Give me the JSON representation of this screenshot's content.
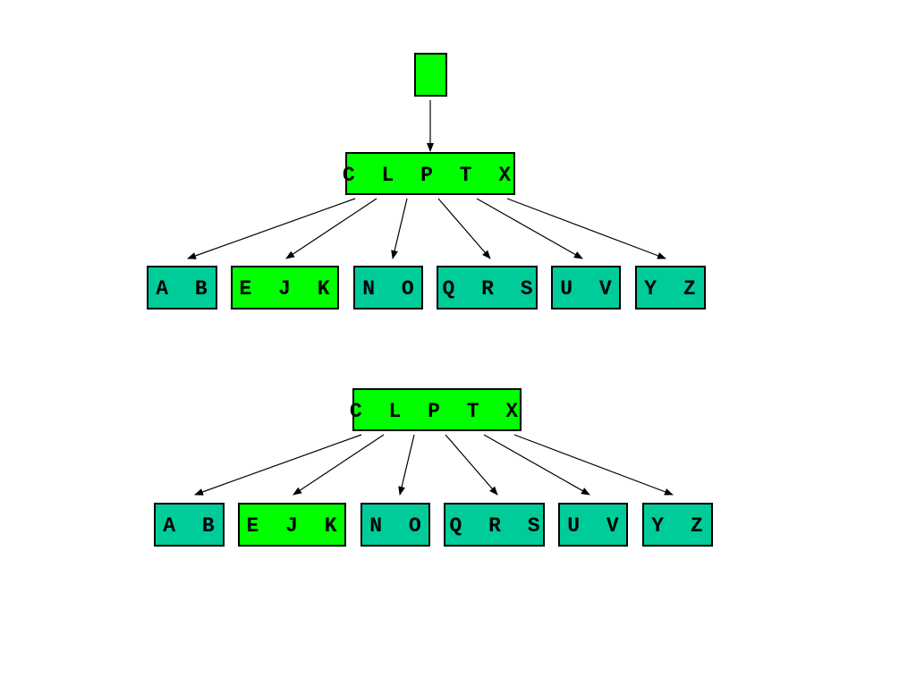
{
  "colors": {
    "highlight": "#00ff00",
    "normal": "#00cc99",
    "stroke": "#000000"
  },
  "diagrams": [
    {
      "has_pointer": true,
      "root": {
        "label": "C L P T X",
        "highlighted": true
      },
      "children": [
        {
          "label": "A B",
          "highlighted": false
        },
        {
          "label": "E J K",
          "highlighted": true
        },
        {
          "label": "N O",
          "highlighted": false
        },
        {
          "label": "Q R S",
          "highlighted": false
        },
        {
          "label": "U V",
          "highlighted": false
        },
        {
          "label": "Y Z",
          "highlighted": false
        }
      ]
    },
    {
      "has_pointer": false,
      "root": {
        "label": "C L P T X",
        "highlighted": true
      },
      "children": [
        {
          "label": "A B",
          "highlighted": false
        },
        {
          "label": "E J K",
          "highlighted": true
        },
        {
          "label": "N O",
          "highlighted": false
        },
        {
          "label": "Q R S",
          "highlighted": false
        },
        {
          "label": "U V",
          "highlighted": false
        },
        {
          "label": "Y Z",
          "highlighted": false
        }
      ]
    }
  ]
}
